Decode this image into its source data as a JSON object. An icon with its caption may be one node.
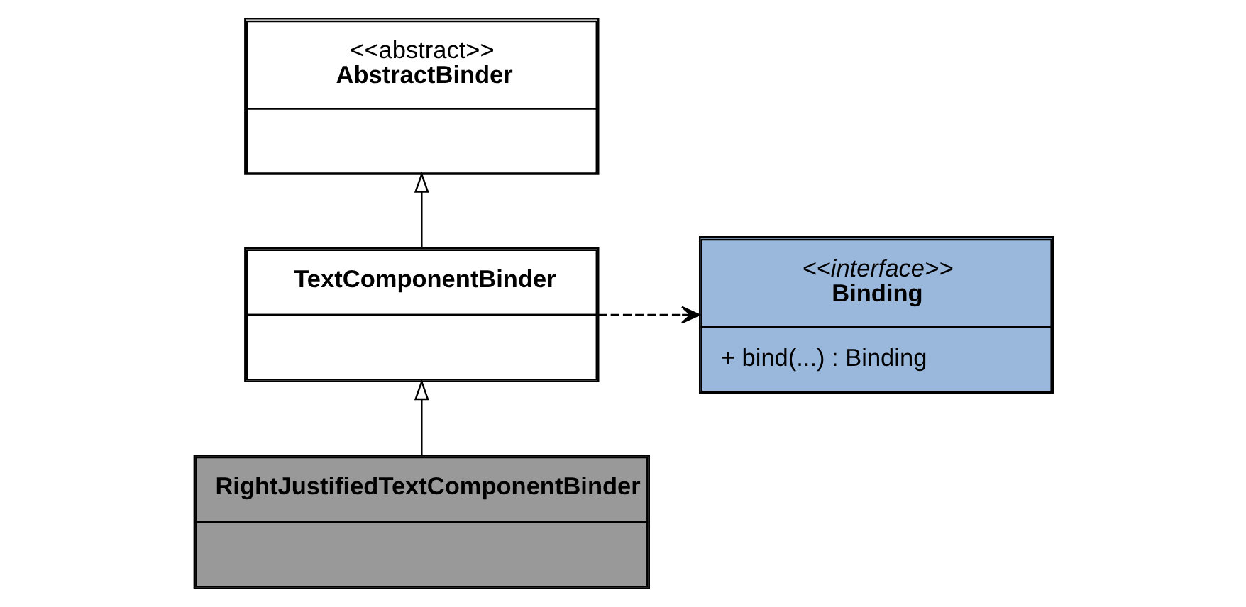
{
  "diagram": {
    "nodes": [
      {
        "text": [
          "<<abstract>>",
          "AbstractBinder"
        ]
      },
      {
        "text": [
          "<<interface>>",
          "Binding",
          "+ bind(...) : Binding"
        ]
      },
      {
        "text": [
          "TextComponentBinder"
        ]
      },
      {
        "text": [
          "RightJustifiedTextComponentBinder"
        ]
      }
    ],
    "edges": [
      {
        "from": 2,
        "to": 0,
        "arrow": "to"
      },
      {
        "from": 2,
        "to": 1,
        "arrow": "to",
        "style": "dashed"
      },
      {
        "from": 3,
        "to": 2,
        "arrow": "to"
      }
    ]
  }
}
